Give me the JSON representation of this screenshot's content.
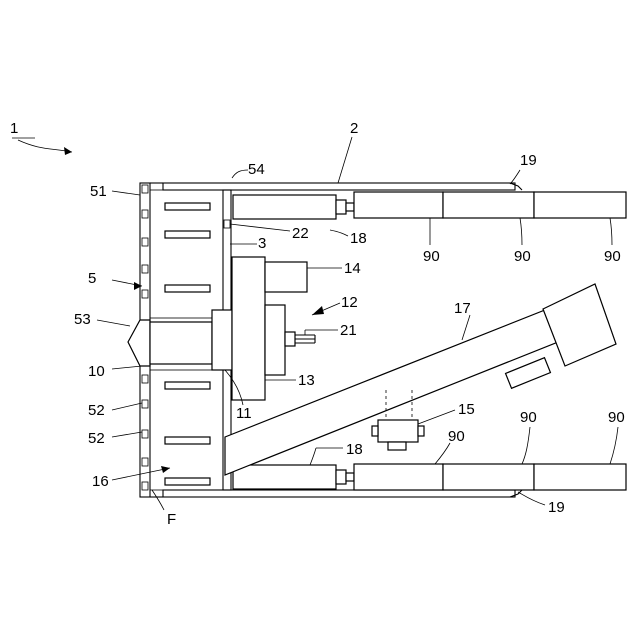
{
  "labels": {
    "l1": "1",
    "l2": "2",
    "l3": "3",
    "l5": "5",
    "l10": "10",
    "l11": "11",
    "l12": "12",
    "l13": "13",
    "l14": "14",
    "l15": "15",
    "l16": "16",
    "l17": "17",
    "l18a": "18",
    "l18b": "18",
    "l19a": "19",
    "l19b": "19",
    "l21": "21",
    "l22": "22",
    "l51": "51",
    "l52a": "52",
    "l52b": "52",
    "l53": "53",
    "l54": "54",
    "lF": "F",
    "l90a": "90",
    "l90b": "90",
    "l90c": "90",
    "l90d": "90",
    "l90e": "90",
    "l90f": "90"
  }
}
